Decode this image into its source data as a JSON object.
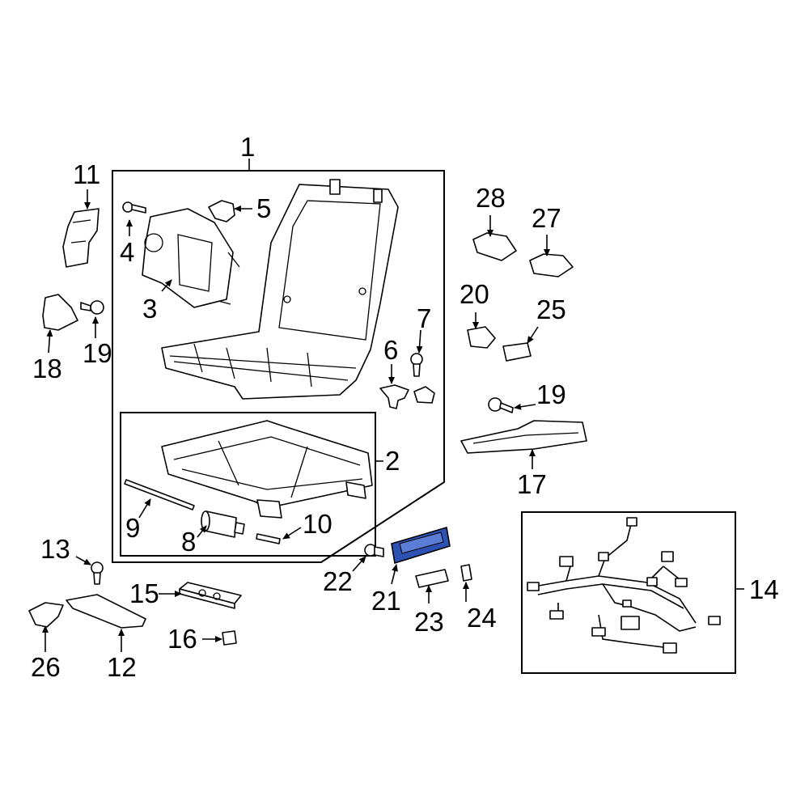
{
  "callouts": [
    {
      "id": "1",
      "text": "1"
    },
    {
      "id": "2",
      "text": "2"
    },
    {
      "id": "3",
      "text": "3"
    },
    {
      "id": "4",
      "text": "4"
    },
    {
      "id": "5",
      "text": "5"
    },
    {
      "id": "6",
      "text": "6"
    },
    {
      "id": "7",
      "text": "7"
    },
    {
      "id": "8",
      "text": "8"
    },
    {
      "id": "9",
      "text": "9"
    },
    {
      "id": "10",
      "text": "10"
    },
    {
      "id": "11",
      "text": "11"
    },
    {
      "id": "12",
      "text": "12"
    },
    {
      "id": "13",
      "text": "13"
    },
    {
      "id": "14",
      "text": "14"
    },
    {
      "id": "15",
      "text": "15"
    },
    {
      "id": "16",
      "text": "16"
    },
    {
      "id": "17",
      "text": "17"
    },
    {
      "id": "18",
      "text": "18"
    },
    {
      "id": "19a",
      "text": "19"
    },
    {
      "id": "19b",
      "text": "19"
    },
    {
      "id": "20",
      "text": "20"
    },
    {
      "id": "21",
      "text": "21"
    },
    {
      "id": "22",
      "text": "22"
    },
    {
      "id": "23",
      "text": "23"
    },
    {
      "id": "24",
      "text": "24"
    },
    {
      "id": "25",
      "text": "25"
    },
    {
      "id": "26",
      "text": "26"
    },
    {
      "id": "27",
      "text": "27"
    },
    {
      "id": "28",
      "text": "28"
    }
  ],
  "highlight": {
    "part": "21",
    "color": "#2e52b4"
  }
}
